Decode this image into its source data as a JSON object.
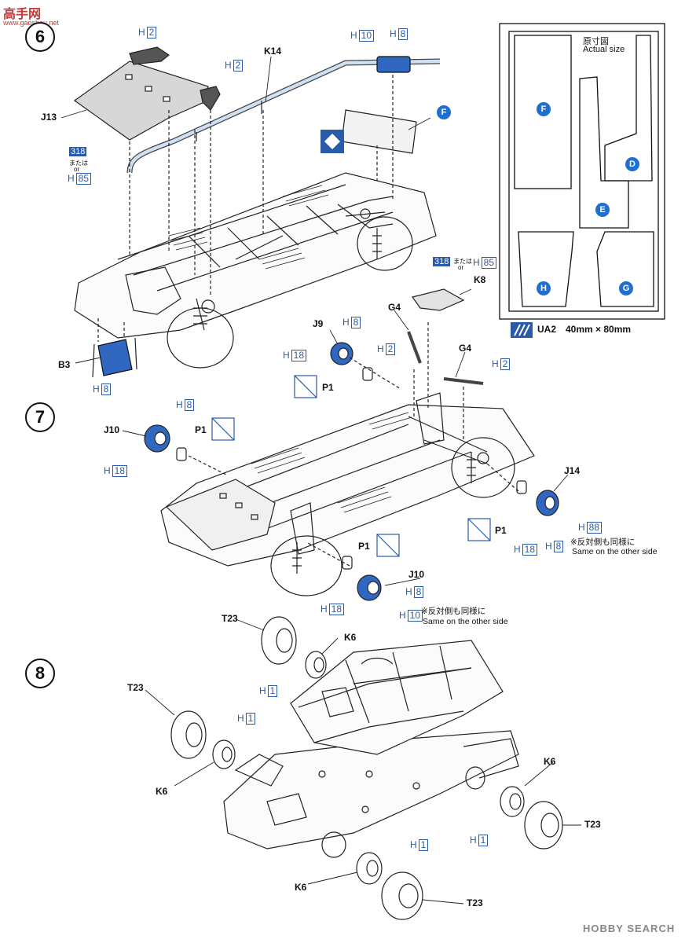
{
  "watermark": {
    "site_logo": "高手网",
    "site_url": "www.gaoshou.net",
    "footer_brand": "HOBBY SEARCH"
  },
  "steps": [
    "6",
    "7",
    "8"
  ],
  "decal_panel": {
    "title_jp": "原寸図",
    "title_en": "Actual size",
    "areas": [
      "F",
      "D",
      "E",
      "H",
      "G"
    ],
    "sheet_id": "UA2",
    "sheet_size": "40mm × 80mm"
  },
  "callouts": {
    "marker_F": "F",
    "or_jp": "または",
    "or_en": "or",
    "alt_318": "318",
    "same_other_side_jp": "※反対側も同様に",
    "same_other_side_en": "Same on the other side"
  },
  "part_labels": {
    "J13": "J13",
    "K14": "K14",
    "B3": "B3",
    "K8": "K8",
    "G4": "G4",
    "J9": "J9",
    "J10": "J10",
    "P1": "P1",
    "J14": "J14",
    "T23": "T23",
    "K6": "K6"
  },
  "h_prefix": "H",
  "h_numbers": {
    "h2": "2",
    "h10": "10",
    "h8": "8",
    "h85": "85",
    "h18": "18",
    "h88": "88",
    "h1": "1"
  }
}
